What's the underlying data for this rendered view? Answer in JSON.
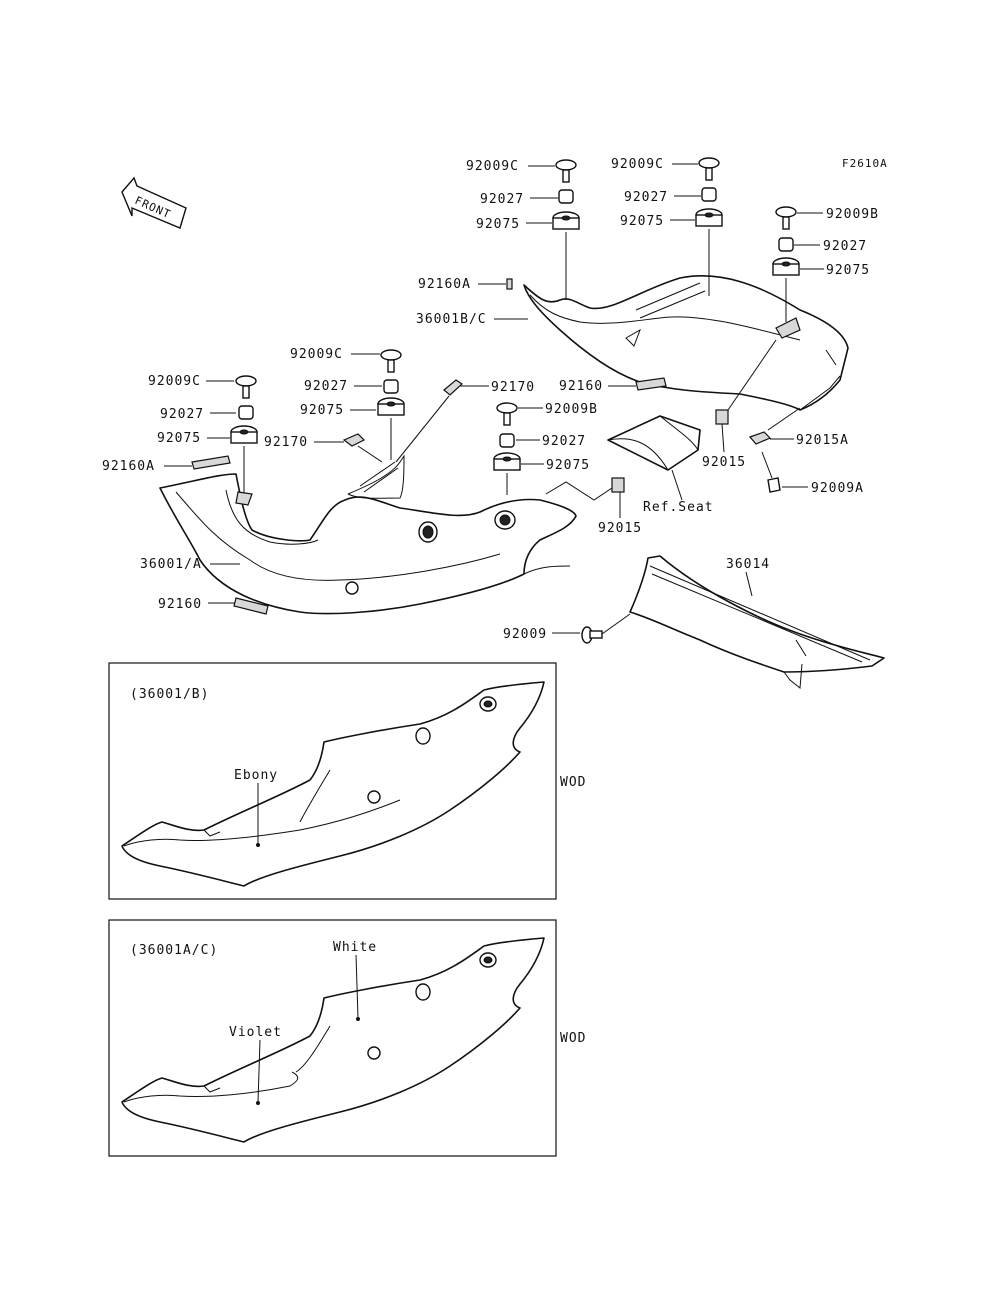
{
  "diagram_code": "F2610A",
  "front_label": "FRONT",
  "labels": {
    "l1": "92009C",
    "l2": "92027",
    "l3": "92075",
    "l4": "92009C",
    "l5": "92027",
    "l6": "92075",
    "l7": "92009B",
    "l8": "92027",
    "l9": "92075",
    "l10": "92160A",
    "l11": "36001B/C",
    "l12": "92009C",
    "l13": "92027",
    "l14": "92075",
    "l15": "92009C",
    "l16": "92027",
    "l17": "92075",
    "l18": "92170",
    "l19": "92170",
    "l20": "92160",
    "l21": "92009B",
    "l22": "92027",
    "l23": "92075",
    "l24": "92160A",
    "l25": "92015",
    "l26": "92015A",
    "l27": "92009A",
    "l28": "Ref.Seat",
    "l29": "92015",
    "l30": "36001/A",
    "l31": "36014",
    "l32": "92160",
    "l33": "92009"
  },
  "inset_b": {
    "code": "(36001/B)",
    "color_label": "Ebony",
    "suffix": "WOD"
  },
  "inset_ac": {
    "code": "(36001A/C)",
    "color_top": "White",
    "color_bottom": "Violet",
    "suffix": "WOD"
  }
}
